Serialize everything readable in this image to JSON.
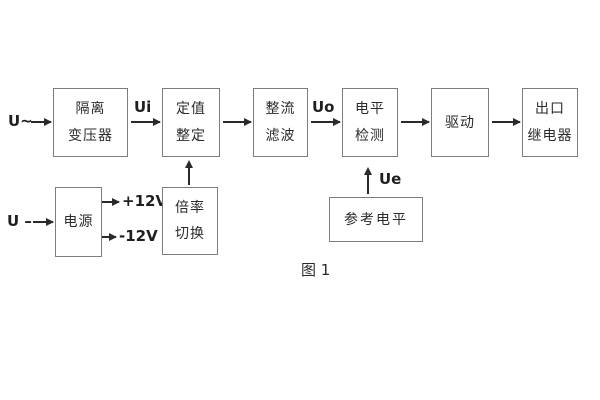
{
  "caption": "图 1",
  "inputs": {
    "ac": "U~",
    "dc": "U –"
  },
  "signals": {
    "ui": "Ui",
    "uo": "Uo",
    "ue": "Ue"
  },
  "power_outputs": {
    "plus": "+12V",
    "minus": "-12V"
  },
  "boxes": {
    "isolation_transformer": {
      "line1": "隔离",
      "line2": "变压器"
    },
    "setting_adjust": {
      "line1": "定值",
      "line2": "整定"
    },
    "rectify_filter": {
      "line1": "整流",
      "line2": "滤波"
    },
    "level_detect": {
      "line1": "电平",
      "line2": "检测"
    },
    "drive": {
      "line1": "驱动"
    },
    "output_relay": {
      "line1": "出口",
      "line2": "继电器"
    },
    "power_supply": {
      "line1": "电源"
    },
    "ratio_switch": {
      "line1": "倍率",
      "line2": "切换"
    },
    "reference_level": {
      "line1": "参考电平"
    }
  },
  "colors": {
    "background": "#ffffff",
    "box_border": "#7d7d7d",
    "arrow": "#2a2a2a",
    "text": "#2b2b2b"
  }
}
